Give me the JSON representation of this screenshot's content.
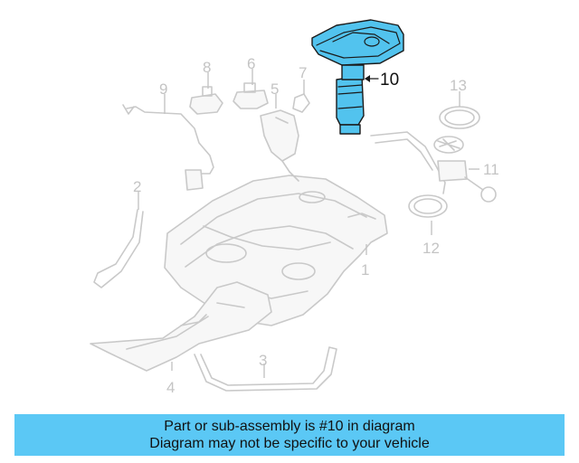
{
  "callouts": {
    "c1": "1",
    "c2": "2",
    "c3": "3",
    "c4": "4",
    "c5": "5",
    "c6": "6",
    "c7": "7",
    "c8": "8",
    "c9": "9",
    "c10": "10",
    "c11": "11",
    "c12": "12",
    "c13": "13"
  },
  "highlighted_part": "10",
  "colors": {
    "highlight": "#52c3ee",
    "banner": "#5bc8f5",
    "linework": "#c9c9c9"
  },
  "banner": {
    "line1": "Part or sub-assembly is #10 in diagram",
    "line2": "Diagram may not be specific to your vehicle"
  }
}
